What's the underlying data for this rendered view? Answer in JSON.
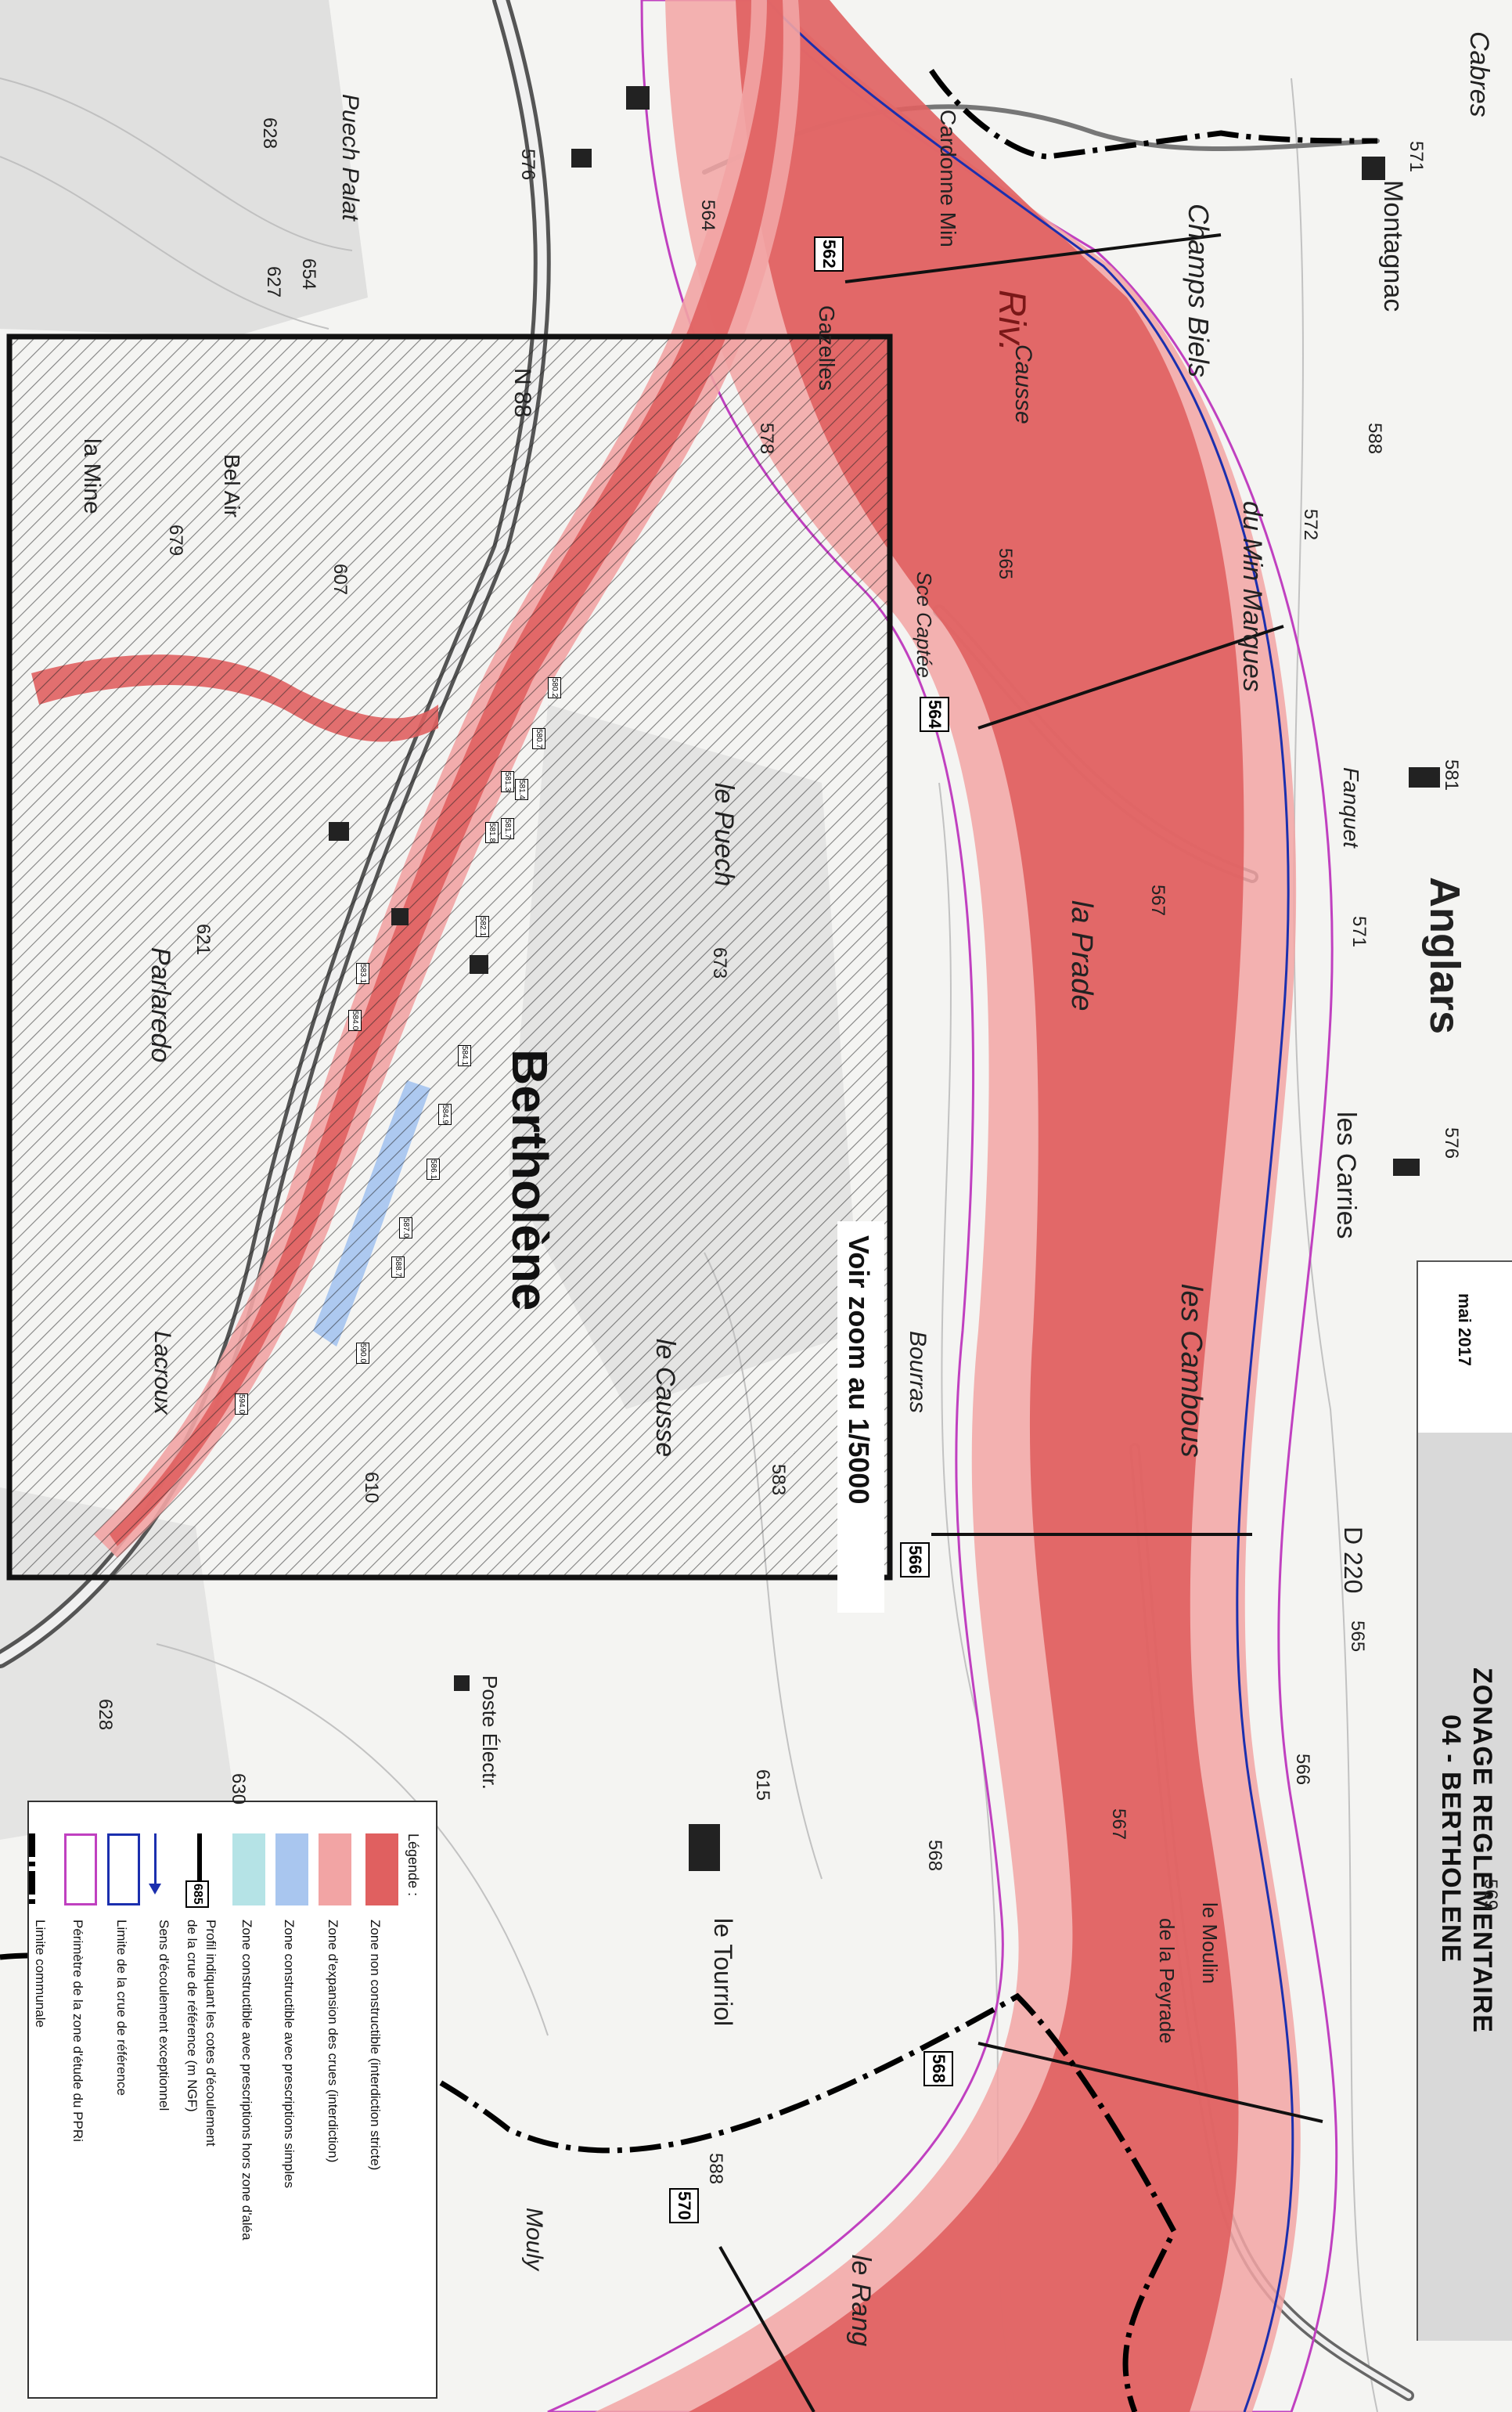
{
  "title": {
    "line1": "ZONAGE REGLEMENTAIRE",
    "line2": "04 - BERTHOLENE"
  },
  "date": "mai 2017",
  "zoom_note": "Voir zoom au 1/5000",
  "legend": {
    "heading": "Légende :",
    "items": [
      {
        "label": "Zone non constructible (interdiction stricte)",
        "color": "#e06060"
      },
      {
        "label": "Zone d'expansion des crues (interdiction)",
        "color": "#f2a4a4"
      },
      {
        "label": "Zone constructible avec prescriptions simples",
        "color": "#a9c6ef"
      },
      {
        "label": "Zone constructible avec prescriptions hors zone d'aléa",
        "color": "#b5e3e6"
      },
      {
        "label": "Profil indiquant les cotes d'écoulement",
        "label2": "de la crue de référence (m NGF)",
        "sample": "685"
      },
      {
        "label": "Sens d'écoulement exceptionnel"
      },
      {
        "label": "Limite de la crue de référence",
        "color": "#1b2fae"
      },
      {
        "label": "Périmètre de la zone d'étude du PPRi",
        "color": "#c040c0"
      },
      {
        "label": "Limite communale"
      }
    ]
  },
  "profiles": [
    "562",
    "564",
    "566",
    "568",
    "570"
  ],
  "elevation_labels": [
    "580.2",
    "580.7",
    "581.4",
    "581.3",
    "581.7",
    "581.8",
    "582.1",
    "583.1",
    "584.0",
    "584.1",
    "584.9",
    "586.1",
    "587.0",
    "588.7",
    "590.0",
    "594.0"
  ],
  "places": {
    "anglars": "Anglars",
    "bertholene": "Bertholène",
    "montagnac": "Montagnac",
    "champs_biels": "Champs Biels",
    "la_prade": "la Prade",
    "les_cambous": "les Cambous",
    "les_carries": "les Carries",
    "le_moulin": "le Moulin",
    "de_la_peyrade": "de la Peyrade",
    "le_tourriol": "le Tourriol",
    "le_rang": "le Rang",
    "poste_electr": "Poste Électr.",
    "bourras": "Bourras",
    "cabres": "Cabres",
    "causse": "Causse",
    "riv": "Riv.",
    "gazelles": "Gazelles",
    "la_mine": "la Mine",
    "bel_air": "Bel Air",
    "puech_palat": "Puech Palat",
    "le_puech": "le Puech",
    "le_causse": "le Causse",
    "mouly": "Mouly",
    "n88": "N 88",
    "d220": "D 220",
    "sce_captee": "Sce Captée",
    "cardonne": "Cardonne Min",
    "du_marques": "du Min Marques",
    "fanquet": "Fanquet",
    "parlaredo": "Parlaredo",
    "lacroux": "Lacroux"
  },
  "spot_heights": [
    "571",
    "588",
    "572",
    "565",
    "567",
    "569",
    "576",
    "581",
    "571",
    "628",
    "654",
    "627",
    "576",
    "564",
    "578",
    "607",
    "615",
    "588",
    "568",
    "567",
    "566",
    "565",
    "628",
    "630",
    "610",
    "621",
    "679",
    "673",
    "583"
  ]
}
